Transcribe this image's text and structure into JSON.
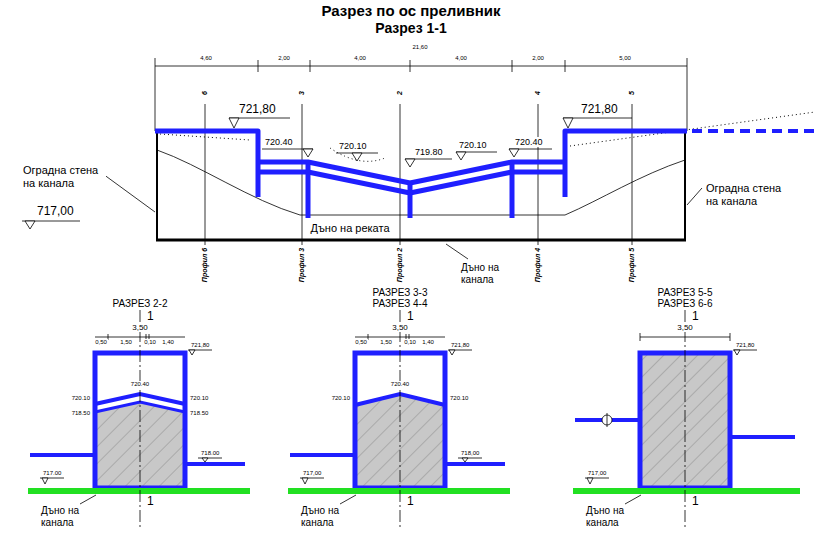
{
  "diagram": {
    "title": "Разрез по ос преливник",
    "labels": [
      "Разрез 1-1",
      "21,60",
      "4,60",
      "2,00",
      "4,00",
      "4,00",
      "2,00",
      "5,00",
      "6",
      "3",
      "2",
      "4",
      "5",
      "721,80",
      "720.40",
      "720.10",
      "719.80",
      "720.10",
      "720.40",
      "721,80",
      "717,00",
      "Оградна стена на канала",
      "Оградна стена на канала",
      "Дъно на реката",
      "Дъно на канала",
      "Профил 6",
      "Профил 3",
      "Профил 2",
      "Профил 4",
      "Профил 5",
      "РАЗРЕЗ 2-2",
      "1",
      "3,50",
      "0,50",
      "1,50",
      "0,10",
      "1,40",
      "721,80",
      "720.40",
      "720.10",
      "718.50",
      "720.10",
      "718.50",
      "718.00",
      "717.00",
      "1",
      "Дъно на канала",
      "РАЗРЕЗ 3-3",
      "РАЗРЕЗ 4-4",
      "1",
      "3,50",
      "0,50",
      "1,50",
      "0,10",
      "1,40",
      "721,80",
      "720.40",
      "720.10",
      "720.10",
      "718,00",
      "717,00",
      "1",
      "Дъно на канала",
      "РАЗРЕЗ 5-5",
      "РАЗРЕЗ 6-6",
      "1",
      "3,50",
      "721,80",
      "717,00",
      "1",
      "Дъно на канала"
    ]
  }
}
